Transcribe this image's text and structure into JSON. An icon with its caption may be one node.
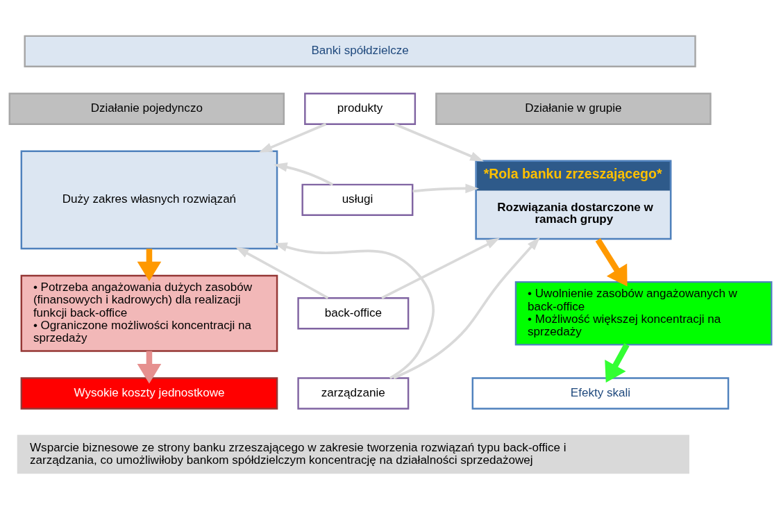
{
  "diagram": {
    "nodes": [
      {
        "text": [
          "Banki spółdzielcze"
        ]
      },
      {
        "text": [
          "Działanie pojedynczo"
        ]
      },
      {
        "text": [
          "Działanie w grupie"
        ]
      },
      {
        "text": [
          "Duży zakres własnych rozwiązań"
        ]
      },
      {
        "text": [
          "produkty"
        ]
      },
      {
        "text": [
          "usługi"
        ]
      },
      {
        "text": [
          "back-office"
        ]
      },
      {
        "text": [
          "zarządzanie"
        ]
      },
      {
        "text": [
          "*Rola banku zrzeszającego*",
          "Rozwiązania dostarczone w ramach grupy"
        ]
      },
      {
        "text": [
          "• Potrzeba angażowania dużych zasobów (finansowych i kadrowych) dla realizacji funkcji back-office",
          "• Ograniczone możliwości koncentracji na sprzedaży"
        ]
      },
      {
        "text": [
          "• Uwolnienie zasobów angażowanych w back-office",
          "• Możliwość większej koncentracji na sprzedaży"
        ]
      },
      {
        "text": [
          "Wysokie koszty jednostkowe"
        ]
      },
      {
        "text": [
          "Efekty skali"
        ]
      },
      {
        "text": [
          "Wsparcie biznesowe ze strony banku zrzeszającego w zakresie tworzenia rozwiązań typu back-office i zarządzania, co umożliwiłoby bankom spółdzielczym koncentrację na działalności sprzedażowej"
        ]
      }
    ],
    "edges": [
      {
        "from": 4,
        "to": 3,
        "arrow": "to",
        "color": "#d9d9d9"
      },
      {
        "from": 4,
        "to": 8,
        "arrow": "to",
        "color": "#d9d9d9"
      },
      {
        "from": 5,
        "to": 3,
        "arrow": "to",
        "color": "#d9d9d9"
      },
      {
        "from": 5,
        "to": 8,
        "arrow": "to",
        "color": "#d9d9d9"
      },
      {
        "from": 6,
        "to": 3,
        "arrow": "to",
        "color": "#d9d9d9"
      },
      {
        "from": 6,
        "to": 8,
        "arrow": "to",
        "color": "#d9d9d9"
      },
      {
        "from": 7,
        "to": 3,
        "arrow": "to",
        "color": "#d9d9d9"
      },
      {
        "from": 7,
        "to": 8,
        "arrow": "to",
        "color": "#d9d9d9"
      },
      {
        "from": 3,
        "to": 9,
        "arrow": "to",
        "style": "thick",
        "color": "#ff9900"
      },
      {
        "from": 9,
        "to": 11,
        "arrow": "to",
        "style": "thick",
        "color": "#e6908f"
      },
      {
        "from": 8,
        "to": 10,
        "arrow": "to",
        "style": "thick",
        "color": "#ff9900"
      },
      {
        "from": 10,
        "to": 12,
        "arrow": "to",
        "style": "thick",
        "color": "#33ff33"
      }
    ]
  }
}
